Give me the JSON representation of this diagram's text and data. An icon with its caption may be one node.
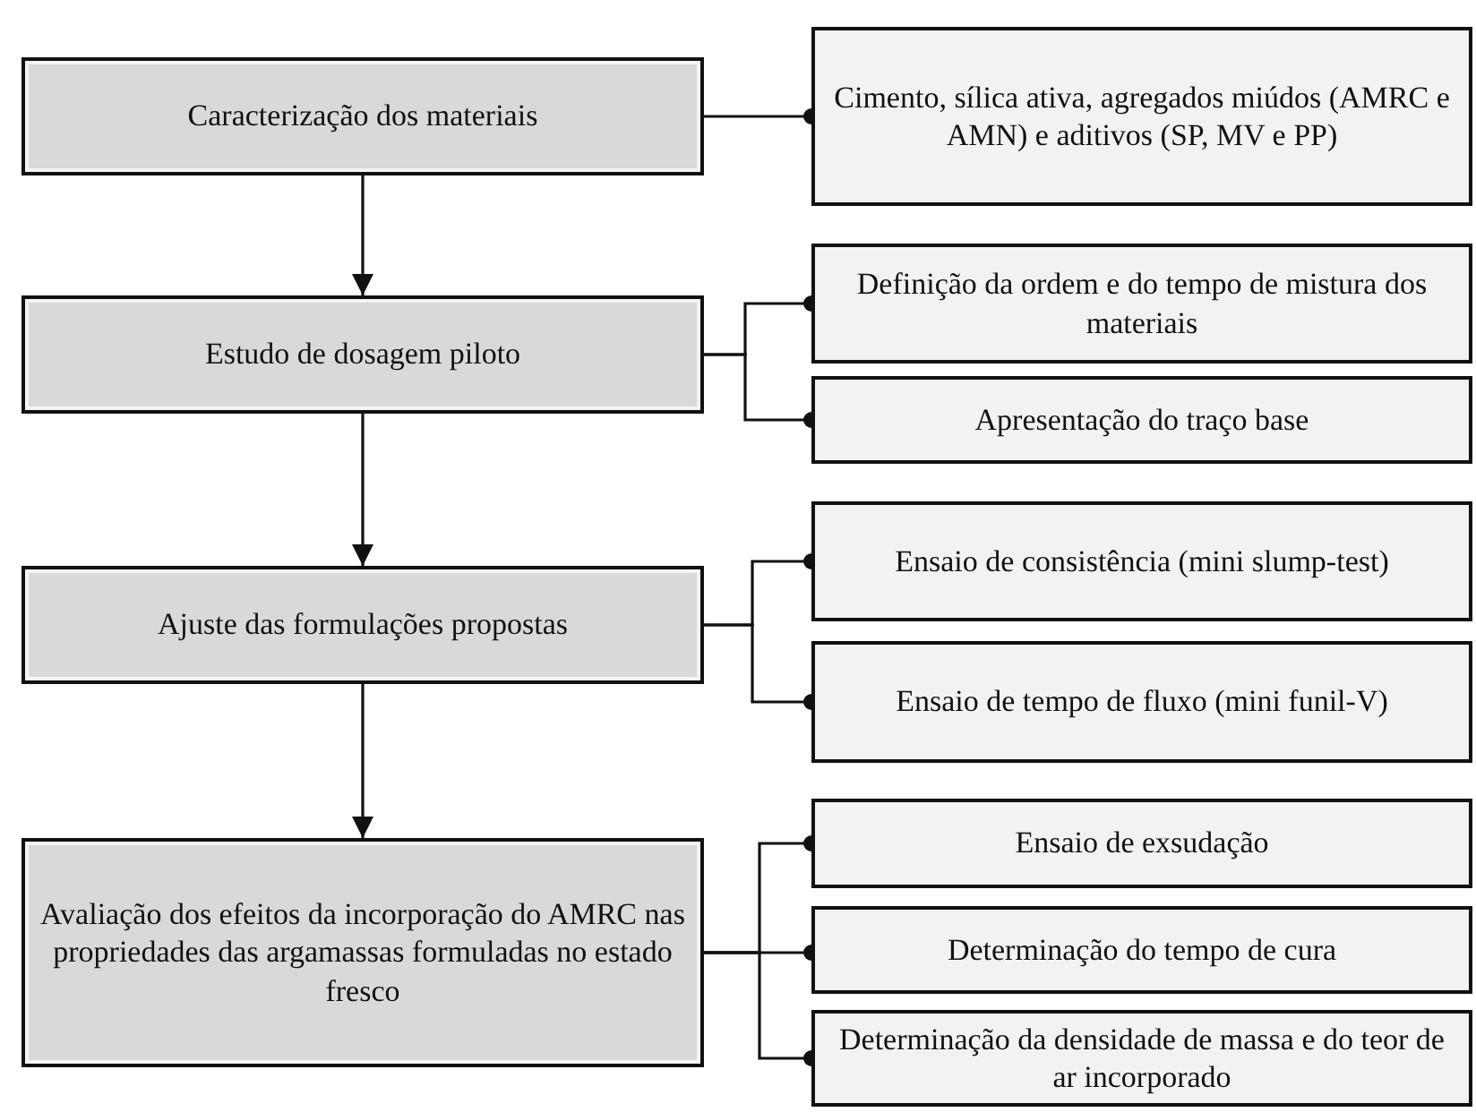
{
  "diagram": {
    "nodes": [
      {
        "text": [
          "Caracterização dos materiais"
        ]
      },
      {
        "text": [
          "Cimento, sílica ativa, agregados miúdos (AMRC e AMN) e aditivos (SP, MV e PP)"
        ]
      },
      {
        "text": [
          "Estudo de dosagem piloto"
        ]
      },
      {
        "text": [
          "Definição da ordem e do tempo de mistura dos materiais"
        ]
      },
      {
        "text": [
          "Apresentação do traço base"
        ]
      },
      {
        "text": [
          "Ajuste das formulações propostas"
        ]
      },
      {
        "text": [
          "Ensaio de consistência (mini slump-test)"
        ]
      },
      {
        "text": [
          "Ensaio de tempo de fluxo (mini funil-V)"
        ]
      },
      {
        "text": [
          "Avaliação dos efeitos da incorporação do AMRC nas propriedades das argamassas formuladas no estado fresco"
        ]
      },
      {
        "text": [
          "Ensaio de exsudação"
        ]
      },
      {
        "text": [
          "Determinação do tempo de cura"
        ]
      },
      {
        "text": [
          "Determinação da densidade de massa e do teor de ar incorporado"
        ]
      }
    ],
    "edges": [
      {
        "from": 0,
        "to": 2,
        "arrow": "to"
      },
      {
        "from": 2,
        "to": 5,
        "arrow": "to"
      },
      {
        "from": 5,
        "to": 8,
        "arrow": "to"
      },
      {
        "from": 0,
        "to": 1,
        "arrow": "other"
      },
      {
        "from": 2,
        "to": 3,
        "arrow": "other"
      },
      {
        "from": 2,
        "to": 4,
        "arrow": "other"
      },
      {
        "from": 5,
        "to": 6,
        "arrow": "other"
      },
      {
        "from": 5,
        "to": 7,
        "arrow": "other"
      },
      {
        "from": 8,
        "to": 9,
        "arrow": "other"
      },
      {
        "from": 8,
        "to": 10,
        "arrow": "other"
      },
      {
        "from": 8,
        "to": 11,
        "arrow": "other"
      }
    ]
  }
}
